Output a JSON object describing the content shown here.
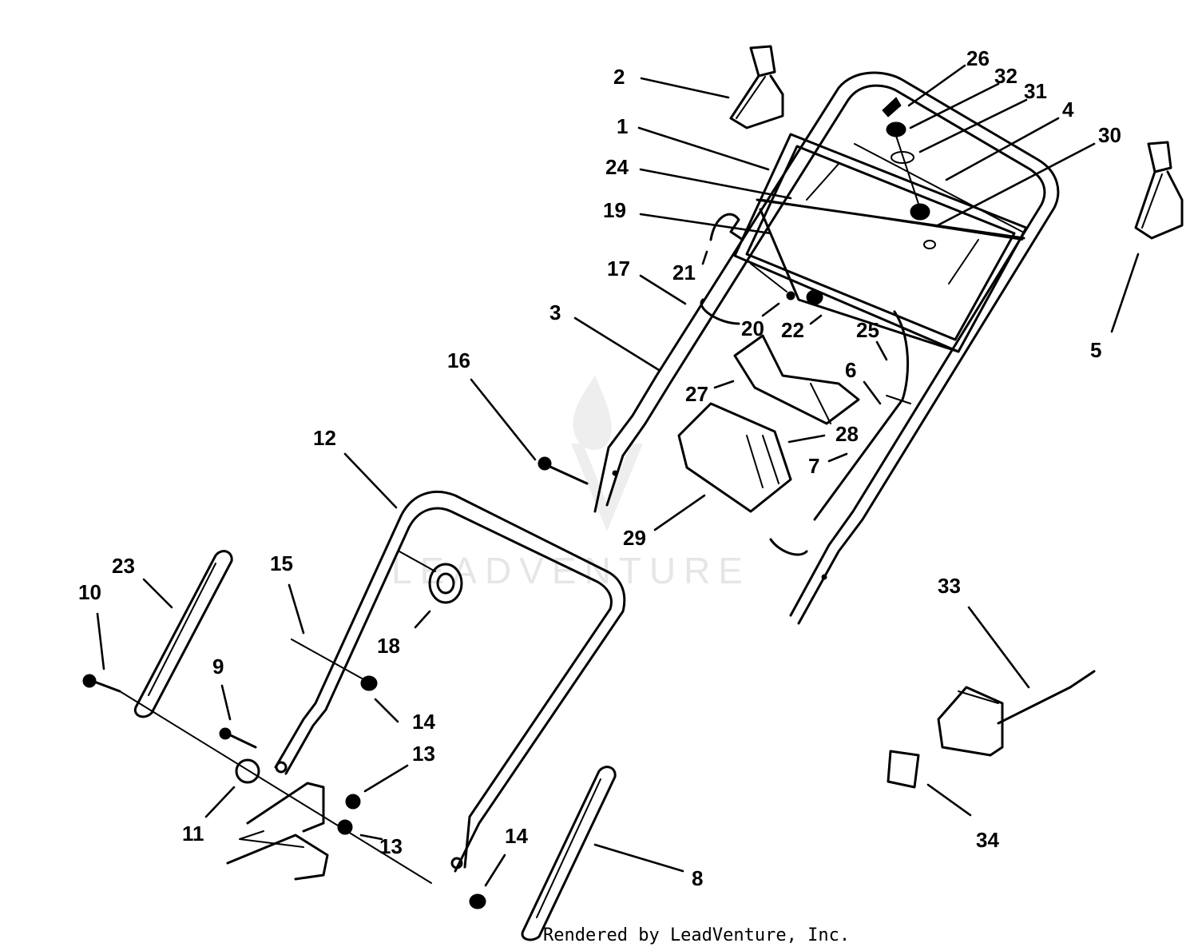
{
  "watermark": {
    "text": "LEADVENTURE",
    "color": "#e6e6e6"
  },
  "footer": {
    "text": "Rendered by LeadVenture, Inc."
  },
  "callouts": {
    "c1": "1",
    "c2": "2",
    "c3": "3",
    "c4": "4",
    "c5": "5",
    "c6": "6",
    "c7": "7",
    "c8": "8",
    "c9": "9",
    "c10": "10",
    "c11": "11",
    "c12": "12",
    "c13a": "13",
    "c13b": "13",
    "c14a": "14",
    "c14b": "14",
    "c15": "15",
    "c16": "16",
    "c17": "17",
    "c18": "18",
    "c19": "19",
    "c20": "20",
    "c21": "21",
    "c22": "22",
    "c23": "23",
    "c24": "24",
    "c25": "25",
    "c26": "26",
    "c27": "27",
    "c28": "28",
    "c29": "29",
    "c30": "30",
    "c31": "31",
    "c32": "32",
    "c33": "33",
    "c34": "34"
  }
}
